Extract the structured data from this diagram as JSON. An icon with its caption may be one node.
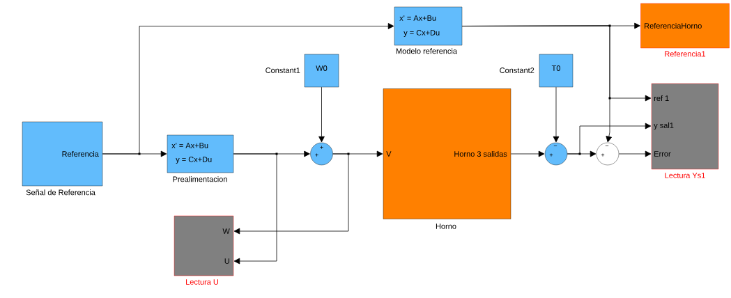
{
  "diagram": {
    "nodes": [
      {
        "text": [
          "Referencia",
          "Señal de Referencia"
        ]
      },
      {
        "text": [
          "x' = Ax+Bu",
          "y = Cx+Du",
          "Modelo referencia"
        ]
      },
      {
        "text": [
          "ReferenciaHorno",
          "Referencia1"
        ]
      },
      {
        "text": [
          "Constant1",
          "W0"
        ]
      },
      {
        "text": [
          "Constant2",
          "T0"
        ]
      },
      {
        "text": [
          "x' = Ax+Bu",
          "y = Cx+Du",
          "Prealimentacion"
        ]
      },
      {
        "text": [
          "+",
          "+"
        ]
      },
      {
        "text": [
          "V",
          "Horno 3 salidas",
          "Horno"
        ]
      },
      {
        "text": [
          "+",
          "−"
        ]
      },
      {
        "text": [
          "+",
          "−"
        ]
      },
      {
        "text": [
          "ref 1",
          "y sal1",
          "Error",
          "Lectura Ys1"
        ]
      },
      {
        "text": [
          "W",
          "U",
          "Lectura U"
        ]
      }
    ],
    "edges": [
      {
        "from": 0,
        "to": 5,
        "arrow": "to"
      },
      {
        "from": 0,
        "to": 1,
        "arrow": "to"
      },
      {
        "from": 1,
        "to": 2,
        "arrow": "to"
      },
      {
        "from": 1,
        "to": 10,
        "arrow": "to"
      },
      {
        "from": 1,
        "to": 9,
        "arrow": "to"
      },
      {
        "from": 5,
        "to": 6,
        "arrow": "to"
      },
      {
        "from": 5,
        "to": 11,
        "arrow": "to"
      },
      {
        "from": 3,
        "to": 6,
        "arrow": "to"
      },
      {
        "from": 6,
        "to": 7,
        "arrow": "to"
      },
      {
        "from": 6,
        "to": 11,
        "arrow": "to"
      },
      {
        "from": 7,
        "to": 8,
        "arrow": "to"
      },
      {
        "from": 4,
        "to": 8,
        "arrow": "to"
      },
      {
        "from": 8,
        "to": 9,
        "arrow": "to"
      },
      {
        "from": 8,
        "to": 10,
        "arrow": "to"
      },
      {
        "from": 9,
        "to": 10,
        "arrow": "to"
      }
    ]
  }
}
